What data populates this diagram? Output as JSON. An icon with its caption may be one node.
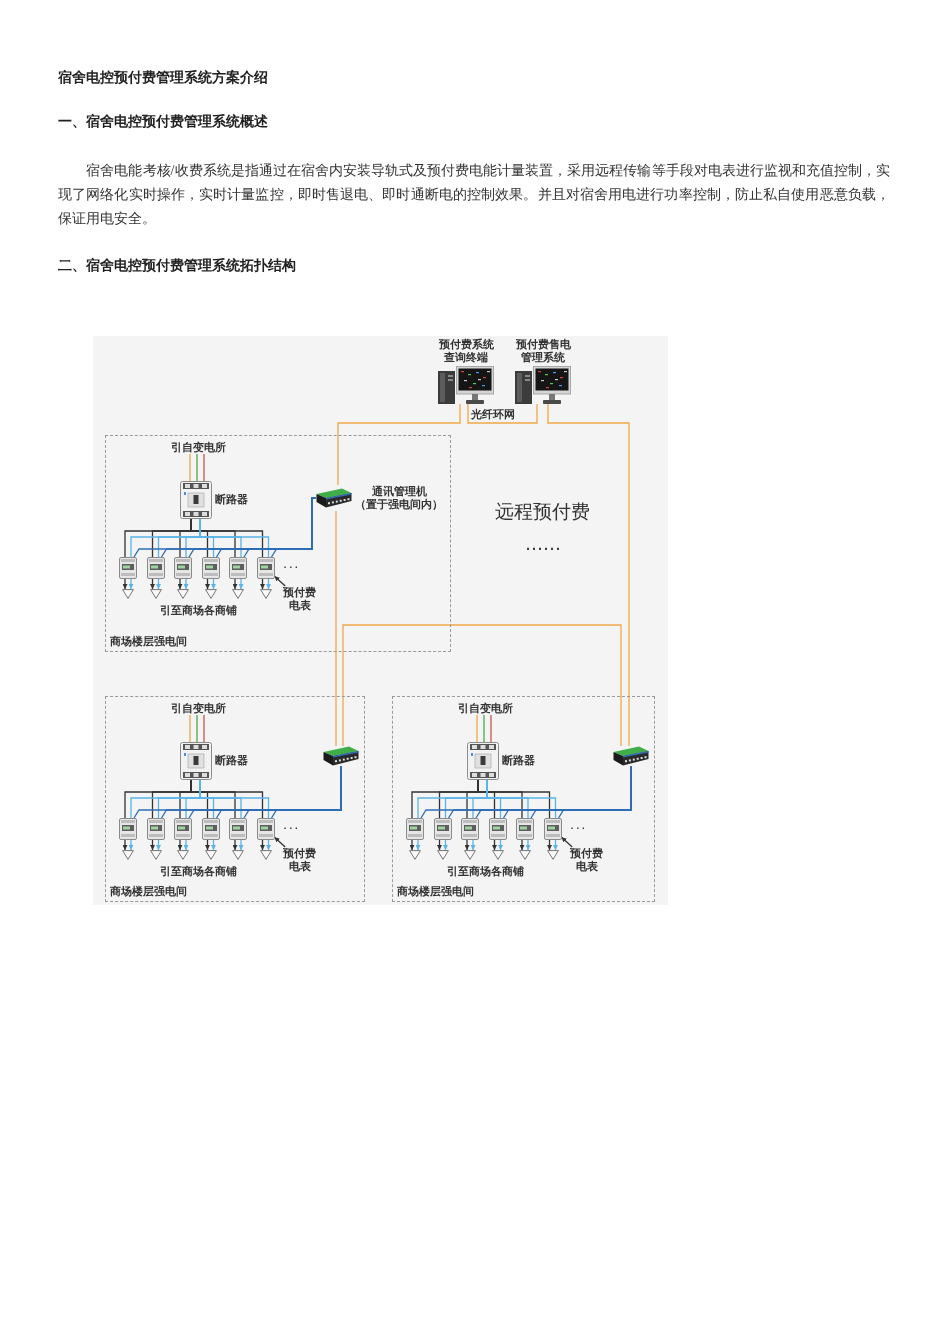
{
  "diagram": {
    "title": "宿舍电控预付费管理系统方案介绍",
    "nodes": [
      {
        "text": [
          "预付费系统查询终端"
        ]
      },
      {
        "text": [
          "预付费售电管理系统"
        ]
      },
      {
        "text": [
          "商场楼层强电间"
        ]
      },
      {
        "text": [
          "引自变电所"
        ],
        "in": 2
      },
      {
        "text": [
          "断路器"
        ],
        "in": 2
      },
      {
        "text": [
          "通讯管理机",
          "（置于强电间内）"
        ],
        "in": 2
      },
      {
        "text": [],
        "shape": "picture",
        "in": 2
      },
      {
        "text": [],
        "shape": "picture",
        "in": 2
      },
      {
        "text": [],
        "shape": "picture",
        "in": 2
      },
      {
        "text": [],
        "shape": "picture",
        "in": 2
      },
      {
        "text": [],
        "shape": "picture",
        "in": 2
      },
      {
        "text": [],
        "shape": "picture",
        "in": 2
      },
      {
        "text": [],
        "shape": "triangle",
        "in": 2
      },
      {
        "text": [],
        "shape": "triangle",
        "in": 2
      },
      {
        "text": [],
        "shape": "triangle",
        "in": 2
      },
      {
        "text": [],
        "shape": "triangle",
        "in": 2
      },
      {
        "text": [],
        "shape": "triangle",
        "in": 2
      },
      {
        "text": [],
        "shape": "triangle",
        "in": 2
      },
      {
        "text": [
          "预付费电表"
        ],
        "in": 2
      },
      {
        "text": [
          "商场楼层强电间"
        ]
      },
      {
        "text": [
          "引自变电所"
        ],
        "in": 19
      },
      {
        "text": [
          "断路器"
        ],
        "in": 19
      },
      {
        "text": [],
        "shape": "picture",
        "in": 19
      },
      {
        "text": [],
        "shape": "picture",
        "in": 19
      },
      {
        "text": [],
        "shape": "picture",
        "in": 19
      },
      {
        "text": [],
        "shape": "picture",
        "in": 19
      },
      {
        "text": [],
        "shape": "picture",
        "in": 19
      },
      {
        "text": [],
        "shape": "picture",
        "in": 19
      },
      {
        "text": [],
        "shape": "picture",
        "in": 19
      },
      {
        "text": [],
        "shape": "triangle",
        "in": 19
      },
      {
        "text": [],
        "shape": "triangle",
        "in": 19
      },
      {
        "text": [],
        "shape": "triangle",
        "in": 19
      },
      {
        "text": [],
        "shape": "triangle",
        "in": 19
      },
      {
        "text": [],
        "shape": "triangle",
        "in": 19
      },
      {
        "text": [],
        "shape": "triangle",
        "in": 19
      },
      {
        "text": [
          "预付费电表"
        ],
        "in": 19
      },
      {
        "text": [
          "商场楼层强电间"
        ]
      },
      {
        "text": [
          "引自变电所"
        ],
        "in": 36
      },
      {
        "text": [
          "断路器"
        ],
        "in": 36
      },
      {
        "text": [],
        "shape": "picture",
        "in": 36
      },
      {
        "text": [],
        "shape": "picture",
        "in": 36
      },
      {
        "text": [],
        "shape": "picture",
        "in": 36
      },
      {
        "text": [],
        "shape": "picture",
        "in": 36
      },
      {
        "text": [],
        "shape": "picture",
        "in": 36
      },
      {
        "text": [],
        "shape": "picture",
        "in": 36
      },
      {
        "text": [],
        "shape": "picture",
        "in": 36
      },
      {
        "text": [],
        "shape": "triangle",
        "in": 36
      },
      {
        "text": [],
        "shape": "triangle",
        "in": 36
      },
      {
        "text": [],
        "shape": "triangle",
        "in": 36
      },
      {
        "text": [],
        "shape": "triangle",
        "in": 36
      },
      {
        "text": [],
        "shape": "triangle",
        "in": 36
      },
      {
        "text": [],
        "shape": "triangle",
        "in": 36
      },
      {
        "text": [
          "预付费电表"
        ],
        "in": 36
      }
    ],
    "edges": [
      {
        "from": 0,
        "to": 1,
        "arrow": "none",
        "label": "光纤环网",
        "color": "#f0a848"
      },
      {
        "from": 0,
        "to": 5,
        "arrow": "none",
        "color": "#f0a848"
      },
      {
        "from": 5,
        "to": 22,
        "arrow": "none",
        "color": "#f0a848"
      },
      {
        "from": 22,
        "to": 39,
        "arrow": "none",
        "color": "#f0a848"
      },
      {
        "from": 1,
        "to": 39,
        "arrow": "none",
        "color": "#f0a848"
      },
      {
        "from": 3,
        "to": 4,
        "arrow": "none",
        "color": "#f0a848"
      },
      {
        "from": 3,
        "to": 4,
        "arrow": "none",
        "color": "#4fa84f"
      },
      {
        "from": 3,
        "to": 4,
        "arrow": "none",
        "color": "#c9544d"
      },
      {
        "from": 4,
        "to": 6,
        "arrow": "none"
      },
      {
        "from": 4,
        "to": 7,
        "arrow": "none"
      },
      {
        "from": 4,
        "to": 8,
        "arrow": "none"
      },
      {
        "from": 4,
        "to": 9,
        "arrow": "none"
      },
      {
        "from": 4,
        "to": 10,
        "arrow": "none"
      },
      {
        "from": 4,
        "to": 11,
        "arrow": "none"
      },
      {
        "from": 4,
        "to": 6,
        "arrow": "none",
        "color": "#5bb4e5"
      },
      {
        "from": 4,
        "to": 7,
        "arrow": "none",
        "color": "#5bb4e5"
      },
      {
        "from": 4,
        "to": 8,
        "arrow": "none",
        "color": "#5bb4e5"
      },
      {
        "from": 4,
        "to": 9,
        "arrow": "none",
        "color": "#5bb4e5"
      },
      {
        "from": 4,
        "to": 10,
        "arrow": "none",
        "color": "#5bb4e5"
      },
      {
        "from": 4,
        "to": 11,
        "arrow": "none",
        "color": "#5bb4e5"
      },
      {
        "from": 5,
        "to": 6,
        "arrow": "none",
        "color": "#2f6db5"
      },
      {
        "from": 5,
        "to": 7,
        "arrow": "none",
        "color": "#2f6db5"
      },
      {
        "from": 5,
        "to": 8,
        "arrow": "none",
        "color": "#2f6db5"
      },
      {
        "from": 5,
        "to": 9,
        "arrow": "none",
        "color": "#2f6db5"
      },
      {
        "from": 5,
        "to": 10,
        "arrow": "none",
        "color": "#2f6db5"
      },
      {
        "from": 5,
        "to": 11,
        "arrow": "none",
        "color": "#2f6db5"
      },
      {
        "from": 6,
        "to": 12,
        "arrow": "to"
      },
      {
        "from": 7,
        "to": 13,
        "arrow": "to"
      },
      {
        "from": 8,
        "to": 14,
        "arrow": "to"
      },
      {
        "from": 9,
        "to": 15,
        "arrow": "to"
      },
      {
        "from": 10,
        "to": 16,
        "arrow": "to"
      },
      {
        "from": 11,
        "to": 17,
        "arrow": "to"
      },
      {
        "from": 6,
        "to": 12,
        "arrow": "to",
        "color": "#5bb4e5"
      },
      {
        "from": 7,
        "to": 13,
        "arrow": "to",
        "color": "#5bb4e5"
      },
      {
        "from": 8,
        "to": 14,
        "arrow": "to",
        "color": "#5bb4e5"
      },
      {
        "from": 9,
        "to": 15,
        "arrow": "to",
        "color": "#5bb4e5"
      },
      {
        "from": 10,
        "to": 16,
        "arrow": "to",
        "color": "#5bb4e5"
      },
      {
        "from": 11,
        "to": 17,
        "arrow": "to",
        "color": "#5bb4e5"
      },
      {
        "from": 18,
        "to": 11,
        "arrow": "to"
      },
      {
        "from": 20,
        "to": 21,
        "arrow": "none",
        "color": "#f0a848"
      },
      {
        "from": 20,
        "to": 21,
        "arrow": "none",
        "color": "#4fa84f"
      },
      {
        "from": 20,
        "to": 21,
        "arrow": "none",
        "color": "#c9544d"
      },
      {
        "from": 21,
        "to": 23,
        "arrow": "none"
      },
      {
        "from": 21,
        "to": 24,
        "arrow": "none"
      },
      {
        "from": 21,
        "to": 25,
        "arrow": "none"
      },
      {
        "from": 21,
        "to": 26,
        "arrow": "none"
      },
      {
        "from": 21,
        "to": 27,
        "arrow": "none"
      },
      {
        "from": 21,
        "to": 28,
        "arrow": "none"
      },
      {
        "from": 21,
        "to": 23,
        "arrow": "none",
        "color": "#5bb4e5"
      },
      {
        "from": 21,
        "to": 24,
        "arrow": "none",
        "color": "#5bb4e5"
      },
      {
        "from": 21,
        "to": 25,
        "arrow": "none",
        "color": "#5bb4e5"
      },
      {
        "from": 21,
        "to": 26,
        "arrow": "none",
        "color": "#5bb4e5"
      },
      {
        "from": 21,
        "to": 27,
        "arrow": "none",
        "color": "#5bb4e5"
      },
      {
        "from": 21,
        "to": 28,
        "arrow": "none",
        "color": "#5bb4e5"
      },
      {
        "from": 22,
        "to": 23,
        "arrow": "none",
        "color": "#2f6db5"
      },
      {
        "from": 22,
        "to": 24,
        "arrow": "none",
        "color": "#2f6db5"
      },
      {
        "from": 22,
        "to": 25,
        "arrow": "none",
        "color": "#2f6db5"
      },
      {
        "from": 22,
        "to": 26,
        "arrow": "none",
        "color": "#2f6db5"
      },
      {
        "from": 22,
        "to": 27,
        "arrow": "none",
        "color": "#2f6db5"
      },
      {
        "from": 22,
        "to": 28,
        "arrow": "none",
        "color": "#2f6db5"
      },
      {
        "from": 23,
        "to": 29,
        "arrow": "to"
      },
      {
        "from": 24,
        "to": 30,
        "arrow": "to"
      },
      {
        "from": 25,
        "to": 31,
        "arrow": "to"
      },
      {
        "from": 26,
        "to": 32,
        "arrow": "to"
      },
      {
        "from": 27,
        "to": 33,
        "arrow": "to"
      },
      {
        "from": 28,
        "to": 34,
        "arrow": "to"
      },
      {
        "from": 23,
        "to": 29,
        "arrow": "to",
        "color": "#5bb4e5"
      },
      {
        "from": 24,
        "to": 30,
        "arrow": "to",
        "color": "#5bb4e5"
      },
      {
        "from": 25,
        "to": 31,
        "arrow": "to",
        "color": "#5bb4e5"
      },
      {
        "from": 26,
        "to": 32,
        "arrow": "to",
        "color": "#5bb4e5"
      },
      {
        "from": 27,
        "to": 33,
        "arrow": "to",
        "color": "#5bb4e5"
      },
      {
        "from": 28,
        "to": 34,
        "arrow": "to",
        "color": "#5bb4e5"
      },
      {
        "from": 35,
        "to": 28,
        "arrow": "to"
      },
      {
        "from": 37,
        "to": 38,
        "arrow": "none",
        "color": "#f0a848"
      },
      {
        "from": 37,
        "to": 38,
        "arrow": "none",
        "color": "#4fa84f"
      },
      {
        "from": 37,
        "to": 38,
        "arrow": "none",
        "color": "#c9544d"
      },
      {
        "from": 38,
        "to": 40,
        "arrow": "none"
      },
      {
        "from": 38,
        "to": 41,
        "arrow": "none"
      },
      {
        "from": 38,
        "to": 42,
        "arrow": "none"
      },
      {
        "from": 38,
        "to": 43,
        "arrow": "none"
      },
      {
        "from": 38,
        "to": 44,
        "arrow": "none"
      },
      {
        "from": 38,
        "to": 45,
        "arrow": "none"
      },
      {
        "from": 38,
        "to": 40,
        "arrow": "none",
        "color": "#5bb4e5"
      },
      {
        "from": 38,
        "to": 41,
        "arrow": "none",
        "color": "#5bb4e5"
      },
      {
        "from": 38,
        "to": 42,
        "arrow": "none",
        "color": "#5bb4e5"
      },
      {
        "from": 38,
        "to": 43,
        "arrow": "none",
        "color": "#5bb4e5"
      },
      {
        "from": 38,
        "to": 44,
        "arrow": "none",
        "color": "#5bb4e5"
      },
      {
        "from": 38,
        "to": 45,
        "arrow": "none",
        "color": "#5bb4e5"
      },
      {
        "from": 39,
        "to": 40,
        "arrow": "none",
        "color": "#2f6db5"
      },
      {
        "from": 39,
        "to": 41,
        "arrow": "none",
        "color": "#2f6db5"
      },
      {
        "from": 39,
        "to": 42,
        "arrow": "none",
        "color": "#2f6db5"
      },
      {
        "from": 39,
        "to": 43,
        "arrow": "none",
        "color": "#2f6db5"
      },
      {
        "from": 39,
        "to": 44,
        "arrow": "none",
        "color": "#2f6db5"
      },
      {
        "from": 39,
        "to": 45,
        "arrow": "none",
        "color": "#2f6db5"
      },
      {
        "from": 40,
        "to": 46,
        "arrow": "to"
      },
      {
        "from": 41,
        "to": 47,
        "arrow": "to"
      },
      {
        "from": 42,
        "to": 48,
        "arrow": "to"
      },
      {
        "from": 43,
        "to": 49,
        "arrow": "to"
      },
      {
        "from": 44,
        "to": 50,
        "arrow": "to"
      },
      {
        "from": 45,
        "to": 51,
        "arrow": "to"
      },
      {
        "from": 40,
        "to": 46,
        "arrow": "to",
        "color": "#5bb4e5"
      },
      {
        "from": 41,
        "to": 47,
        "arrow": "to",
        "color": "#5bb4e5"
      },
      {
        "from": 42,
        "to": 48,
        "arrow": "to",
        "color": "#5bb4e5"
      },
      {
        "from": 43,
        "to": 49,
        "arrow": "to",
        "color": "#5bb4e5"
      },
      {
        "from": 44,
        "to": 50,
        "arrow": "to",
        "color": "#5bb4e5"
      },
      {
        "from": 45,
        "to": 51,
        "arrow": "to",
        "color": "#5bb4e5"
      },
      {
        "from": 52,
        "to": 45,
        "arrow": "to"
      }
    ],
    "labels": [
      "一、宿舍电控预付费管理系统概述",
      "宿舍电能考核/收费系统是指通过在宿舍内安装导轨式及预付费电能计量装置，采用远程传输等手段对电表进行监视和充值控制，实现了网络化实时操作，实时计量监控，即时售退电、即时通断电的控制效果。并且对宿舍用电进行功率控制，防止私自使用恶意负载，保证用电安全。",
      "二、宿舍电控预付费管理系统拓扑结构",
      "远程预付费",
      "……",
      "···",
      "引至商场各商铺",
      "···",
      "引至商场各商铺",
      "···",
      "引至商场各商铺"
    ]
  }
}
